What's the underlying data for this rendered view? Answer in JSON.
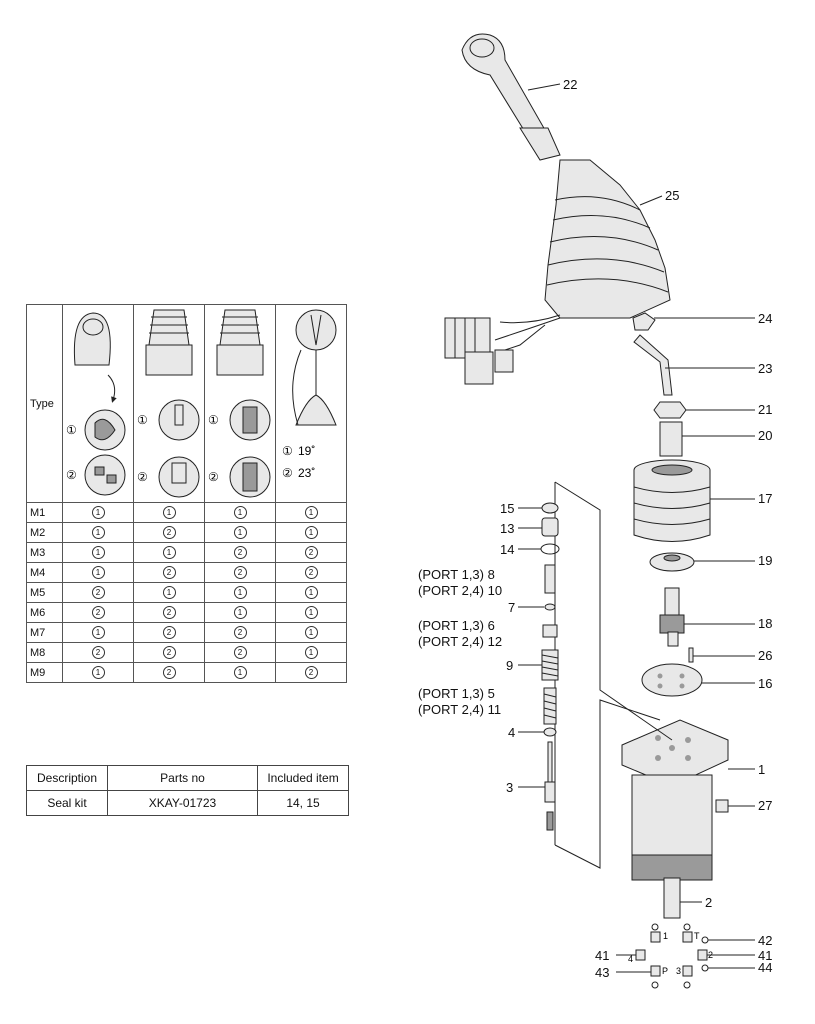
{
  "type_table": {
    "type_label": "Type",
    "rows": [
      {
        "name": "M1",
        "v": [
          "1",
          "1",
          "1",
          "1"
        ]
      },
      {
        "name": "M2",
        "v": [
          "1",
          "2",
          "1",
          "1"
        ]
      },
      {
        "name": "M3",
        "v": [
          "1",
          "1",
          "2",
          "2"
        ]
      },
      {
        "name": "M4",
        "v": [
          "1",
          "2",
          "2",
          "2"
        ]
      },
      {
        "name": "M5",
        "v": [
          "2",
          "1",
          "1",
          "1"
        ]
      },
      {
        "name": "M6",
        "v": [
          "2",
          "2",
          "1",
          "1"
        ]
      },
      {
        "name": "M7",
        "v": [
          "1",
          "2",
          "2",
          "1"
        ]
      },
      {
        "name": "M8",
        "v": [
          "2",
          "2",
          "2",
          "1"
        ]
      },
      {
        "name": "M9",
        "v": [
          "1",
          "2",
          "1",
          "2"
        ]
      }
    ],
    "angle_1": "19˚",
    "angle_2": "23˚",
    "opt_1": "1",
    "opt_2": "2"
  },
  "desc_table": {
    "headers": [
      "Description",
      "Parts no",
      "Included item"
    ],
    "row": [
      "Seal kit",
      "XKAY-01723",
      "14, 15"
    ]
  },
  "labels": {
    "l22": "22",
    "l25": "25",
    "l24": "24",
    "l23": "23",
    "l21": "21",
    "l20": "20",
    "l17": "17",
    "l19": "19",
    "l18": "18",
    "l26": "26",
    "l16": "16",
    "l1": "1",
    "l27": "27",
    "l2": "2",
    "l42": "42",
    "l41a": "41",
    "l41b": "41",
    "l43": "43",
    "l44": "44",
    "l15": "15",
    "l13": "13",
    "l14": "14",
    "l8": "(PORT 1,3)  8",
    "l10": "(PORT 2,4) 10",
    "l7": "7",
    "l6": "(PORT 1,3)  6",
    "l12": "(PORT 2,4) 12",
    "l9": "9",
    "l5": "(PORT 1,3)  5",
    "l11": "(PORT 2,4) 11",
    "l4": "4",
    "l3": "3",
    "p1": "1",
    "p2": "2",
    "p3": "3",
    "p4": "4",
    "pT": "T",
    "pP": "P"
  }
}
